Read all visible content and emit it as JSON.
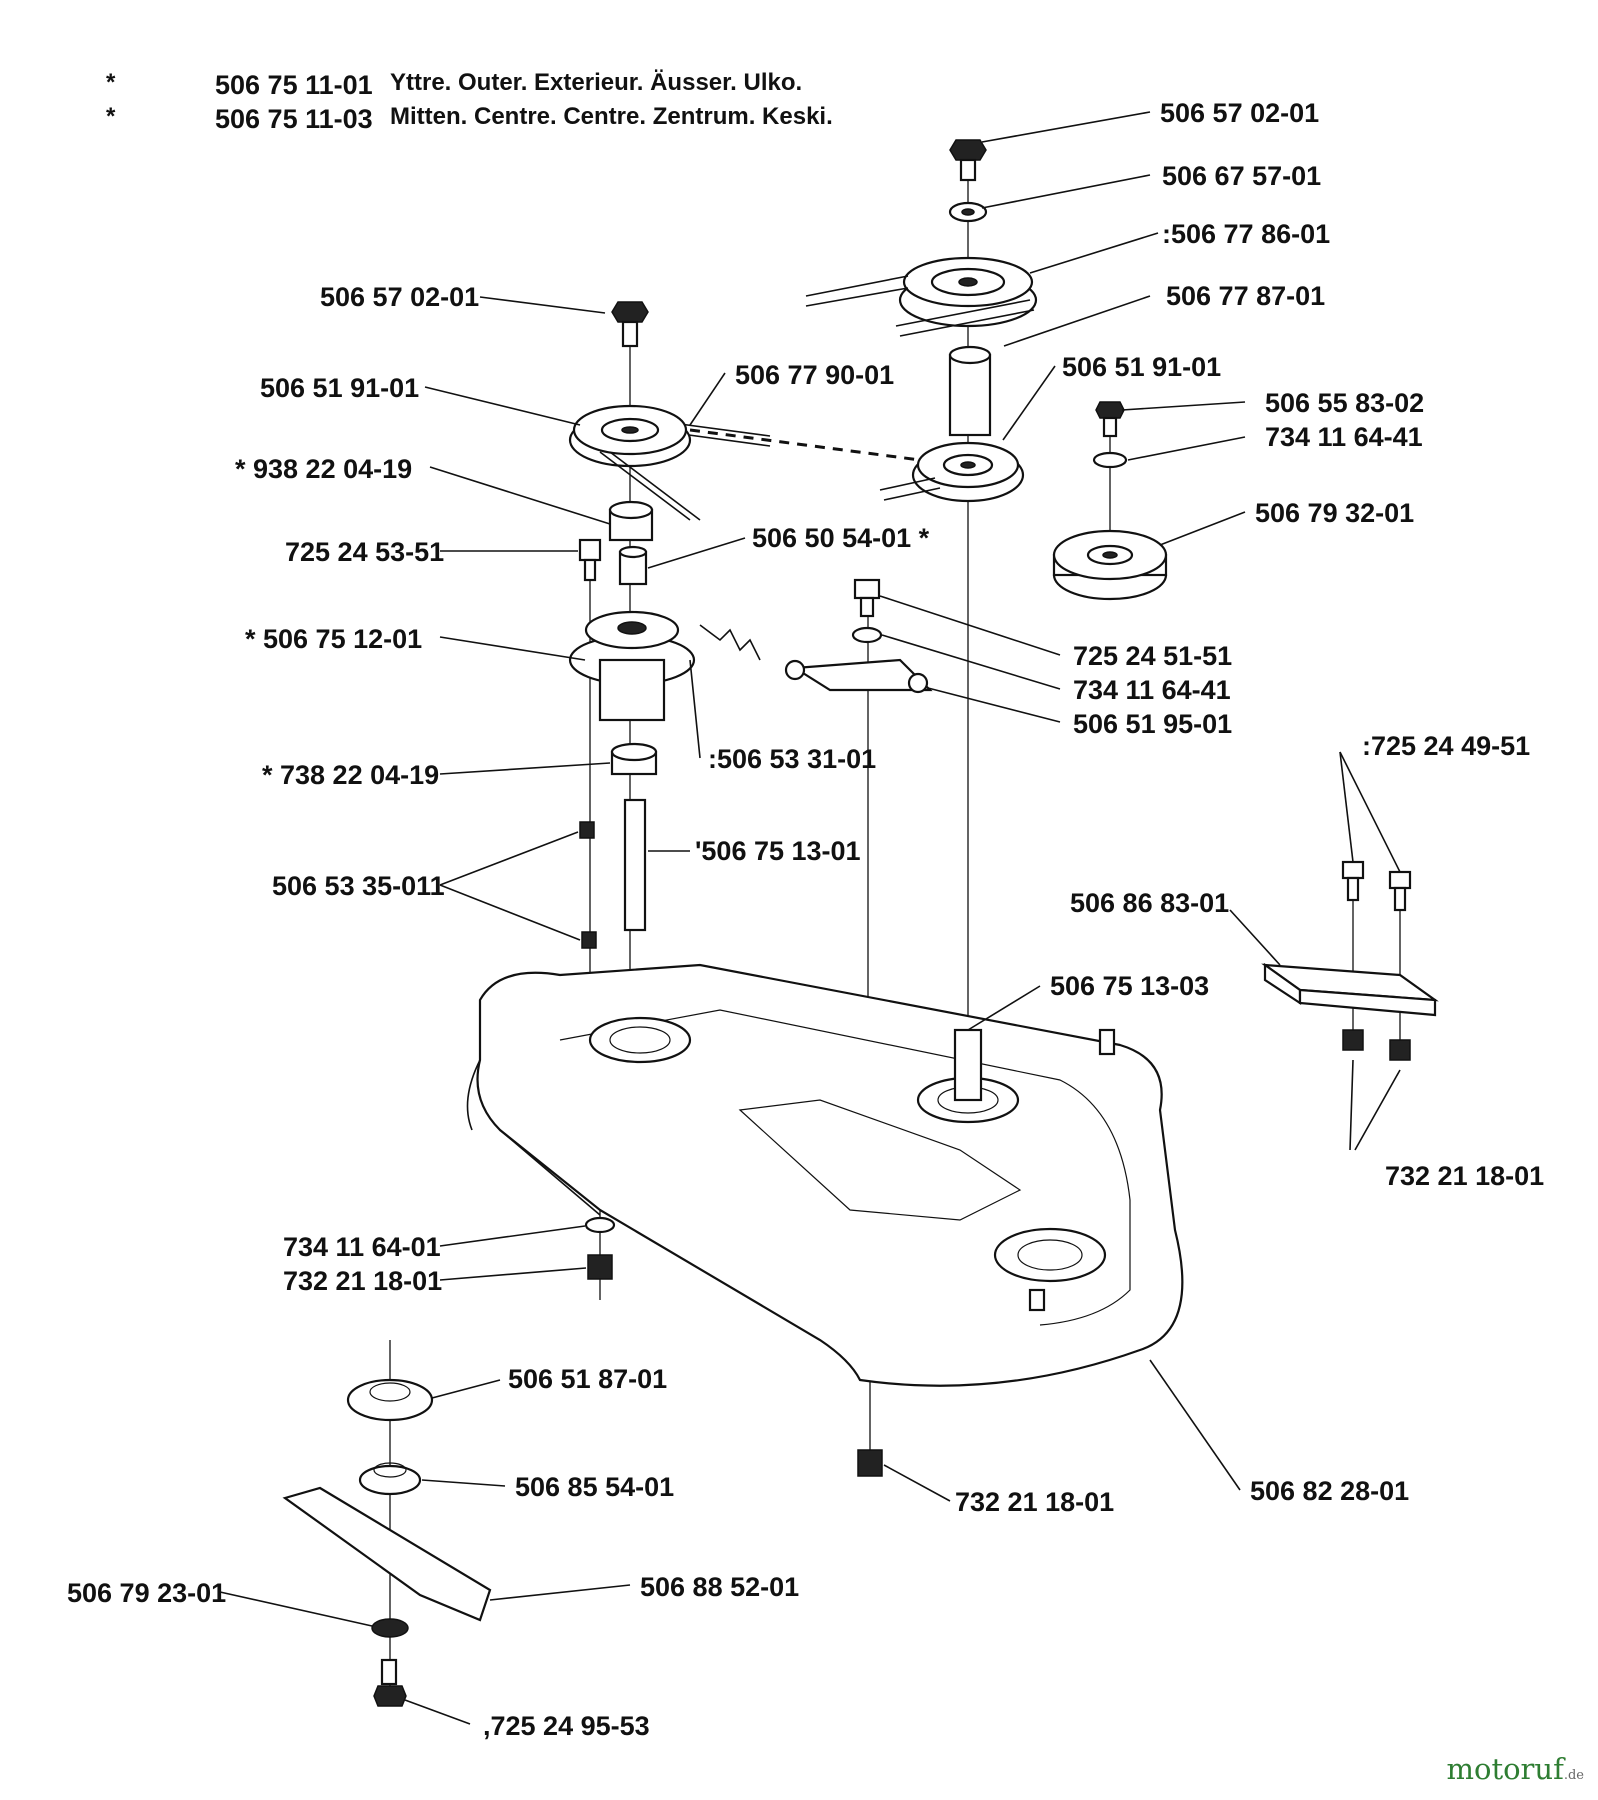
{
  "legend": [
    {
      "marker": "*",
      "part": "506 75 11-01",
      "text": "Yttre. Outer. Exterieur. Äusser. Ulko."
    },
    {
      "marker": "*",
      "part": "506 75 11-03",
      "text": "Mitten. Centre. Centre. Zentrum. Keski."
    }
  ],
  "labels": [
    {
      "id": "bolt-top-right",
      "text": "506 57 02-01"
    },
    {
      "id": "washer-top-right",
      "text": "506 67 57-01"
    },
    {
      "id": "pulley-top-double",
      "text": ":506 77 86-01"
    },
    {
      "id": "belt-top",
      "text": "506 77 87-01"
    },
    {
      "id": "bolt-left",
      "text": "506 57 02-01"
    },
    {
      "id": "belt-main",
      "text": "506 77 90-01"
    },
    {
      "id": "pulley-center",
      "text": "506 51 91-01"
    },
    {
      "id": "pulley-left",
      "text": "506 51 91-01"
    },
    {
      "id": "bolt-idler",
      "text": "506 55 83-02"
    },
    {
      "id": "washer-idler",
      "text": "734 11 64-41"
    },
    {
      "id": "bearing-upper",
      "text": "* 938 22 04-19"
    },
    {
      "id": "pulley-idler",
      "text": "506 79 32-01"
    },
    {
      "id": "bolt-small-left",
      "text": "725 24 53-51"
    },
    {
      "id": "spacer-left",
      "text": "506 50 54-01  *"
    },
    {
      "id": "bolt-bracket",
      "text": "725 24 51-51"
    },
    {
      "id": "washer-bracket",
      "text": "734 11 64-41"
    },
    {
      "id": "housing",
      "text": "* 506 75 12-01"
    },
    {
      "id": "idler-arm",
      "text": "506 51 95-01"
    },
    {
      "id": "spring",
      "text": ":506 53 31-01"
    },
    {
      "id": "bolt-bracket-right",
      "text": ":725 24 49-51"
    },
    {
      "id": "bearing-lower",
      "text": "* 738 22 04-19"
    },
    {
      "id": "shaft",
      "text": "'506 75 13-01"
    },
    {
      "id": "key",
      "text": "506 53 35-011"
    },
    {
      "id": "bracket-right",
      "text": "506 86 83-01"
    },
    {
      "id": "shaft-center",
      "text": "506 75 13-03"
    },
    {
      "id": "nut-bracket",
      "text": "732 21 18-01"
    },
    {
      "id": "washer-deck",
      "text": "734 11 64-01"
    },
    {
      "id": "nut-deck",
      "text": "732 21 18-01"
    },
    {
      "id": "blade-adapter",
      "text": "506 51 87-01"
    },
    {
      "id": "hub",
      "text": "506 85 54-01"
    },
    {
      "id": "nut-bottom",
      "text": "732 21 18-01"
    },
    {
      "id": "deck",
      "text": "506 82 28-01"
    },
    {
      "id": "washer-blade",
      "text": "506 79 23-01"
    },
    {
      "id": "blade",
      "text": "506 88 52-01"
    },
    {
      "id": "bolt-blade",
      "text": ",725 24 95-53"
    }
  ],
  "watermark": {
    "text": "motoruf",
    "suffix": ".de"
  }
}
